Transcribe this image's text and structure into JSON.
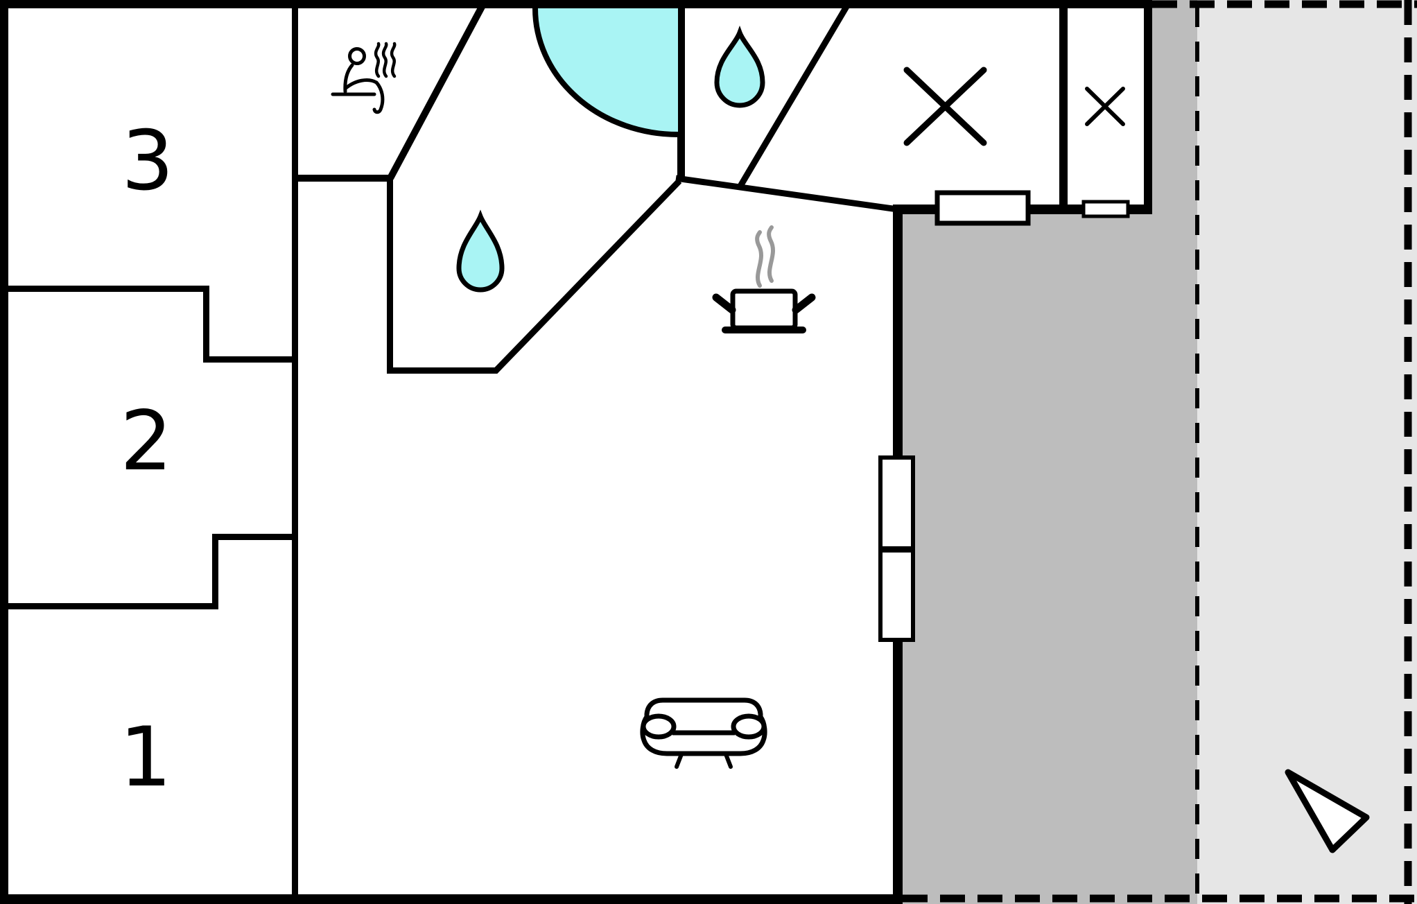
{
  "document": {
    "type": "floor-plan"
  },
  "rooms": [
    {
      "label": "3"
    },
    {
      "label": "2"
    },
    {
      "label": "1"
    }
  ],
  "icons": {
    "sauna": "sauna-person-icon",
    "shower": "water-drop-icon",
    "wc": "water-drop-icon",
    "corner_bath": "quarter-circle-bath",
    "window_large": "x-window-icon",
    "window_small": "x-window-icon",
    "stove": "cooking-pot-icon",
    "sofa": "sofa-icon",
    "north_arrow": "north-arrow-icon"
  },
  "colors": {
    "background": "#ffffff",
    "wall": "#000000",
    "water": "#a9f4f4",
    "terrace_dark": "#bdbdbd",
    "terrace_light": "#e6e6e6",
    "steam_gray": "#999999"
  }
}
